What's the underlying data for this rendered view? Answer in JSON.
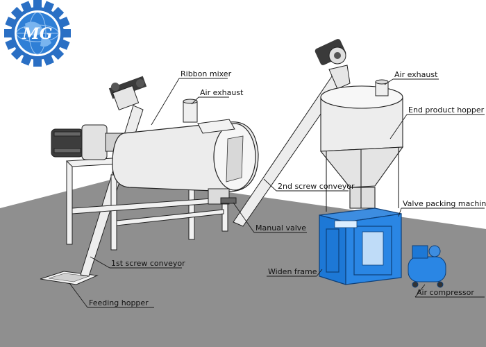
{
  "logo": {
    "text": "MG",
    "gear_color": "#2a6fc4",
    "globe_color": "#2f7fd6"
  },
  "colors": {
    "floor": "#8f8f8f",
    "machine_white": "#ececec",
    "frame_blue": "#1d78d6",
    "outline": "#222222"
  },
  "labels": {
    "ribbon_mixer": "Ribbon mixer",
    "air_exhaust_mixer": "Air exhaust",
    "air_exhaust_hopper": "Air exhaust",
    "end_product_hopper": "End product hopper",
    "second_screw_conveyor": "2nd screw conveyor",
    "valve_packing_machine": "Valve packing machine",
    "manual_valve": "Manual valve",
    "widen_frame": "Widen frame",
    "first_screw_conveyor": "1st screw conveyor",
    "air_compressor": "Air compressor",
    "feeding_hopper": "Feeding hopper"
  }
}
